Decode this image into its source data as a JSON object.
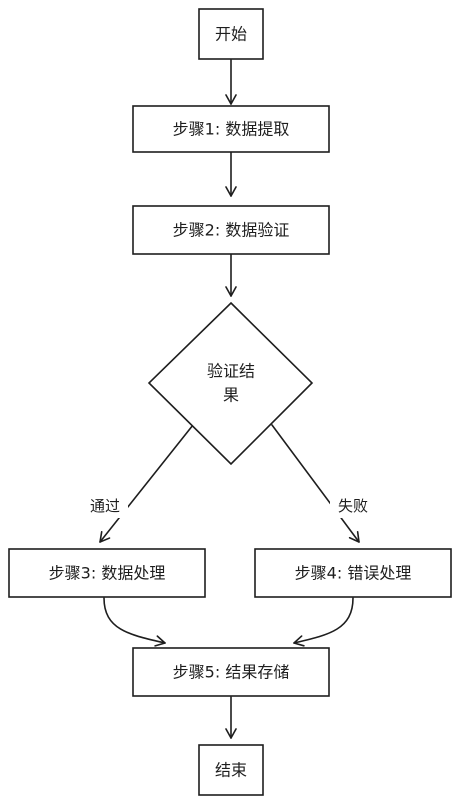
{
  "nodes": {
    "start": "开始",
    "step1": "步骤1: 数据提取",
    "step2": "步骤2: 数据验证",
    "decision_line1": "验证结",
    "decision_line2": "果",
    "step3": "步骤3: 数据处理",
    "step4": "步骤4: 错误处理",
    "step5": "步骤5: 结果存储",
    "end": "结束"
  },
  "edges": {
    "pass": "通过",
    "fail": "失败"
  }
}
